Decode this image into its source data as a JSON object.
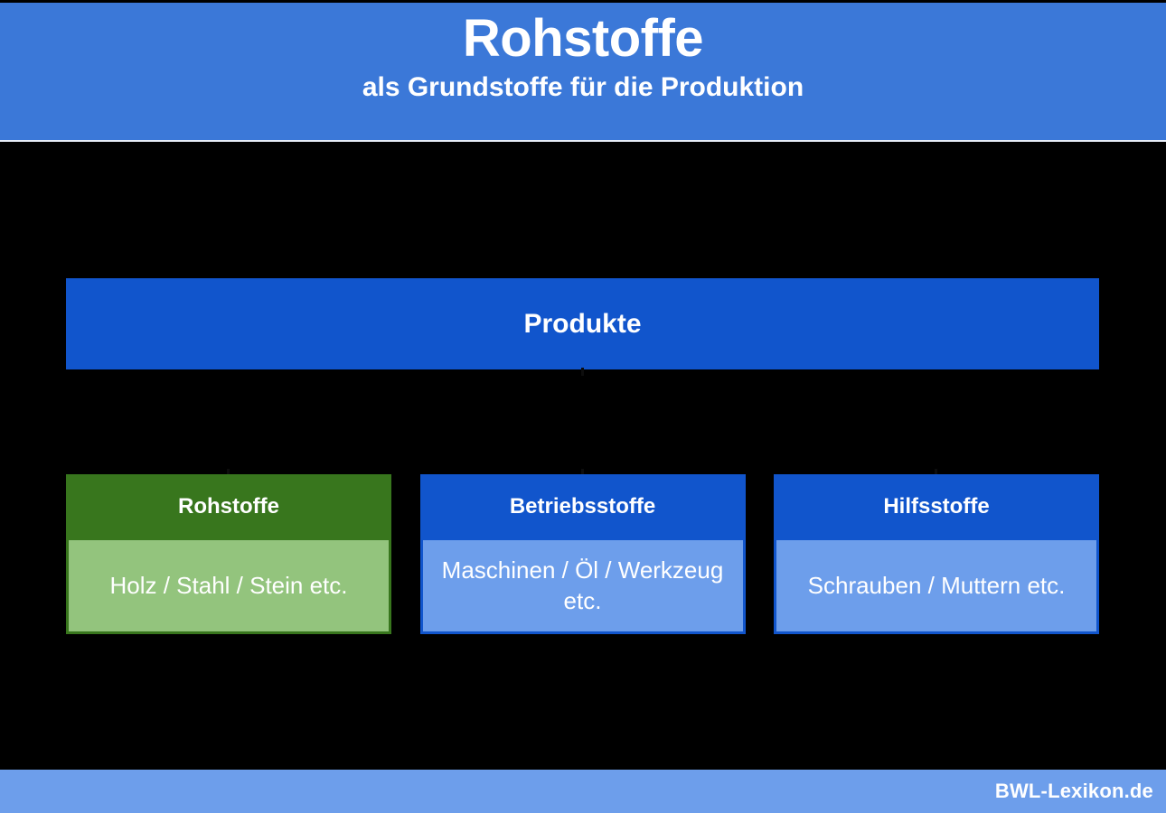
{
  "header": {
    "title": "Rohstoffe",
    "subtitle": "als Grundstoffe für die Produktion",
    "background_color": "#3b78d8",
    "text_color": "#ffffff"
  },
  "diagram": {
    "background_color": "#000000",
    "top_node": {
      "label": "Produkte",
      "color": "#1155cc"
    },
    "categories": [
      {
        "title": "Rohstoffe",
        "examples": "Holz / Stahl / Stein etc.",
        "header_color": "#38761d",
        "body_color": "#93c47d"
      },
      {
        "title": "Betriebsstoffe",
        "examples": "Maschinen / Öl / Werkzeug etc.",
        "header_color": "#1155cc",
        "body_color": "#6d9eeb"
      },
      {
        "title": "Hilfsstoffe",
        "examples": "Schrauben / Muttern etc.",
        "header_color": "#1155cc",
        "body_color": "#6d9eeb"
      }
    ]
  },
  "footer": {
    "brand": "BWL-Lexikon.de",
    "background_color": "#6d9eeb",
    "text_color": "#ffffff"
  }
}
